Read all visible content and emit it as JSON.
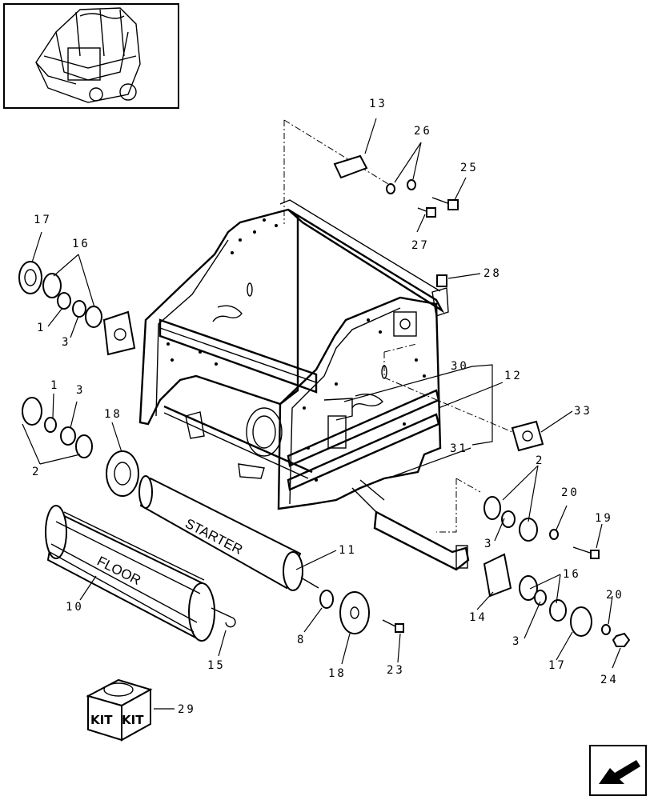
{
  "roller_labels": {
    "floor": "FLOOR",
    "starter": "STARTER"
  },
  "kit": {
    "left": "KIT",
    "right": "KIT"
  },
  "callouts": [
    {
      "id": "c13",
      "text": "13"
    },
    {
      "id": "c26",
      "text": "26"
    },
    {
      "id": "c25",
      "text": "25"
    },
    {
      "id": "c27",
      "text": "27"
    },
    {
      "id": "c28",
      "text": "28"
    },
    {
      "id": "c17a",
      "text": "17"
    },
    {
      "id": "c16a",
      "text": "16"
    },
    {
      "id": "c1a",
      "text": "1"
    },
    {
      "id": "c3a",
      "text": "3"
    },
    {
      "id": "c1b",
      "text": "1"
    },
    {
      "id": "c3b",
      "text": "3"
    },
    {
      "id": "c2a",
      "text": "2"
    },
    {
      "id": "c18a",
      "text": "18"
    },
    {
      "id": "c30",
      "text": "30"
    },
    {
      "id": "c12",
      "text": "12"
    },
    {
      "id": "c33",
      "text": "33"
    },
    {
      "id": "c31",
      "text": "31"
    },
    {
      "id": "c2b",
      "text": "2"
    },
    {
      "id": "c20a",
      "text": "20"
    },
    {
      "id": "c19",
      "text": "19"
    },
    {
      "id": "c3c",
      "text": "3"
    },
    {
      "id": "c11",
      "text": "11"
    },
    {
      "id": "c10",
      "text": "10"
    },
    {
      "id": "c16b",
      "text": "16"
    },
    {
      "id": "c20b",
      "text": "20"
    },
    {
      "id": "c14",
      "text": "14"
    },
    {
      "id": "c3d",
      "text": "3"
    },
    {
      "id": "c17b",
      "text": "17"
    },
    {
      "id": "c24",
      "text": "24"
    },
    {
      "id": "c8",
      "text": "8"
    },
    {
      "id": "c23",
      "text": "23"
    },
    {
      "id": "c18b",
      "text": "18"
    },
    {
      "id": "c15",
      "text": "15"
    },
    {
      "id": "c29",
      "text": "29"
    }
  ]
}
